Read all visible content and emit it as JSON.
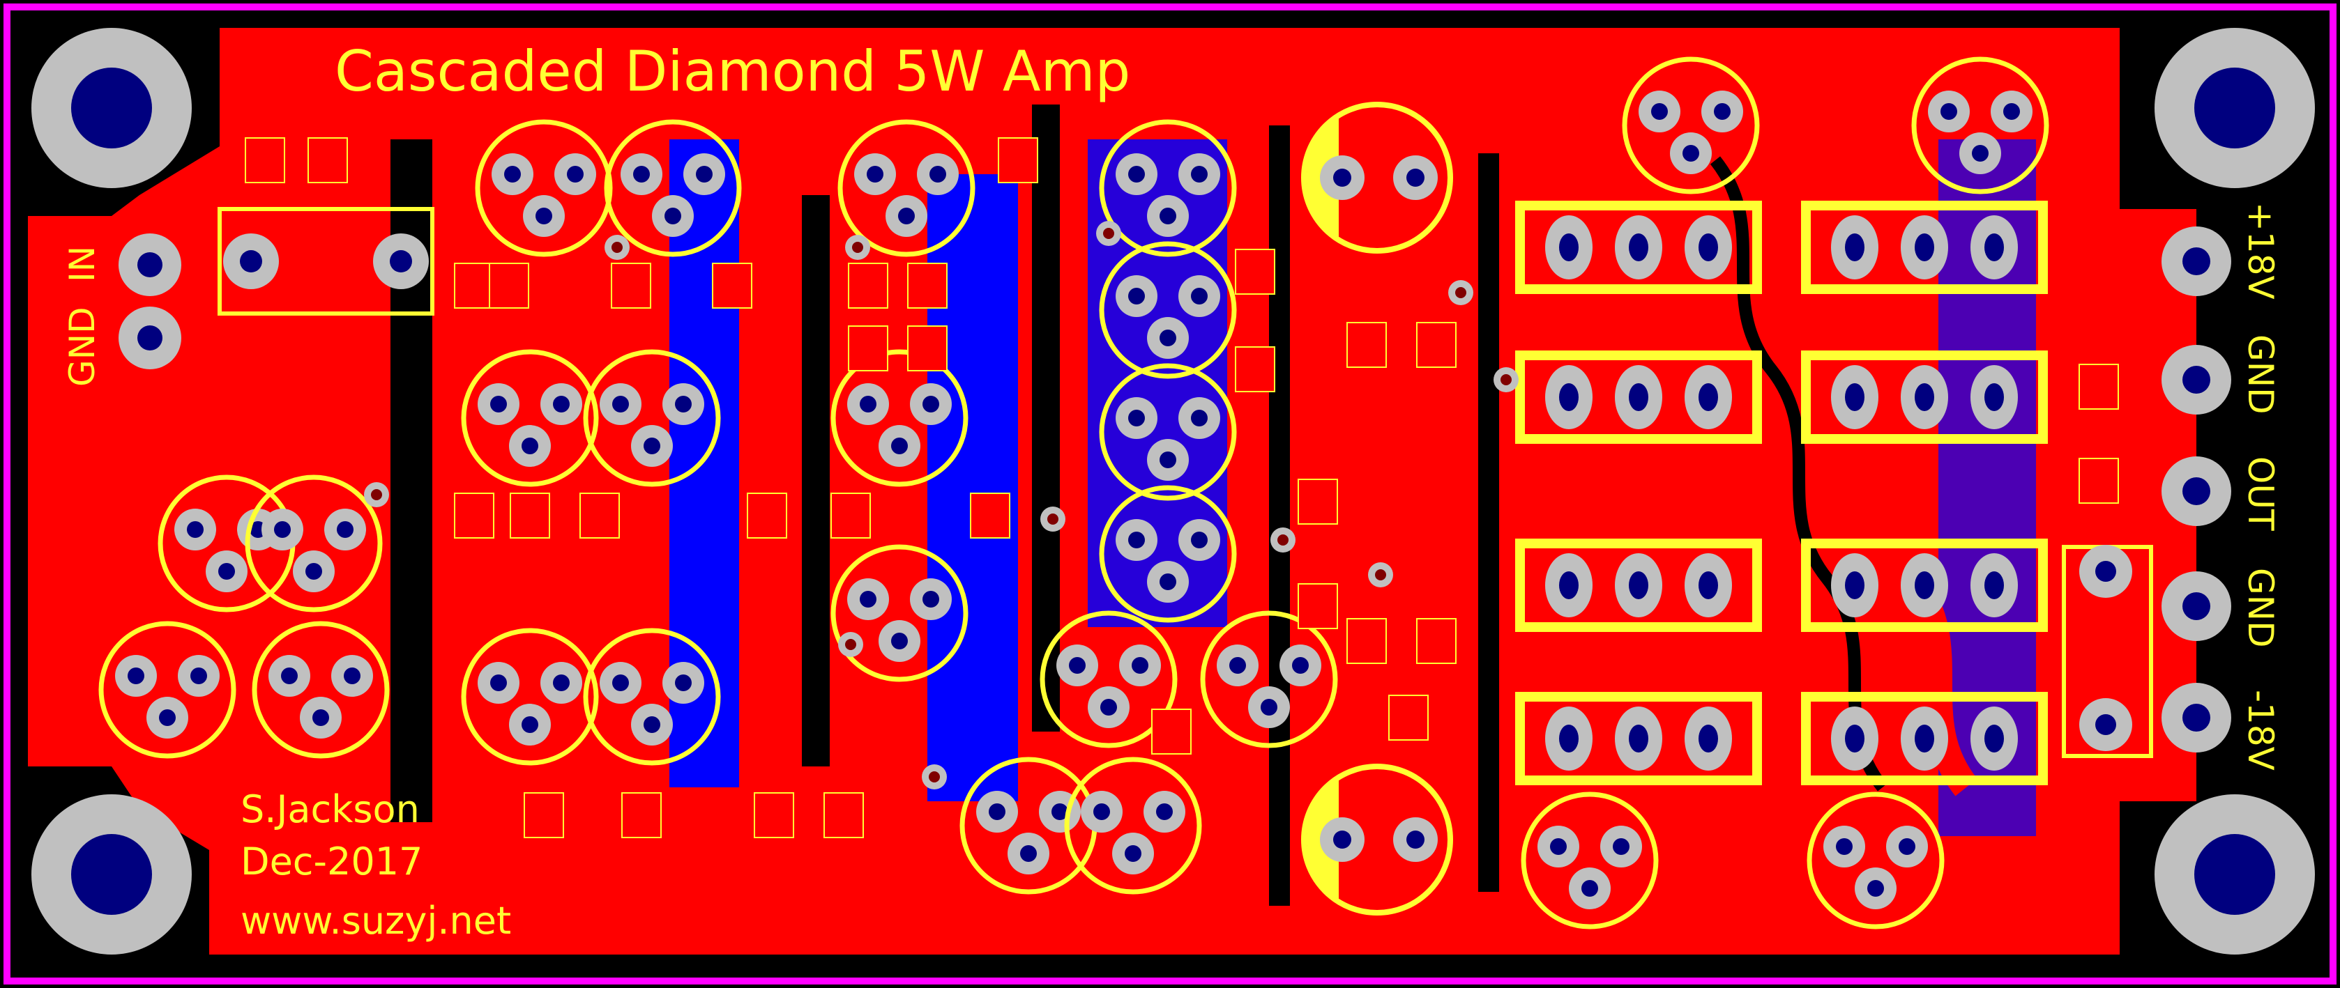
{
  "board": {
    "title": "Cascaded Diamond 5W Amp",
    "author": "S.Jackson",
    "date": "Dec-2017",
    "website": "www.suzyj.net",
    "input_labels": [
      "GND",
      "IN"
    ],
    "power_labels": [
      "+18V",
      "GND",
      "OUT",
      "GND",
      "-18V"
    ]
  },
  "colors": {
    "background": "#000000",
    "outline": "#ff00ff",
    "copper_top": "#ff0000",
    "copper_bottom": "#0000ff",
    "silkscreen": "#ffff33",
    "pad": "#c0c0c0",
    "drill": "#00007f"
  }
}
